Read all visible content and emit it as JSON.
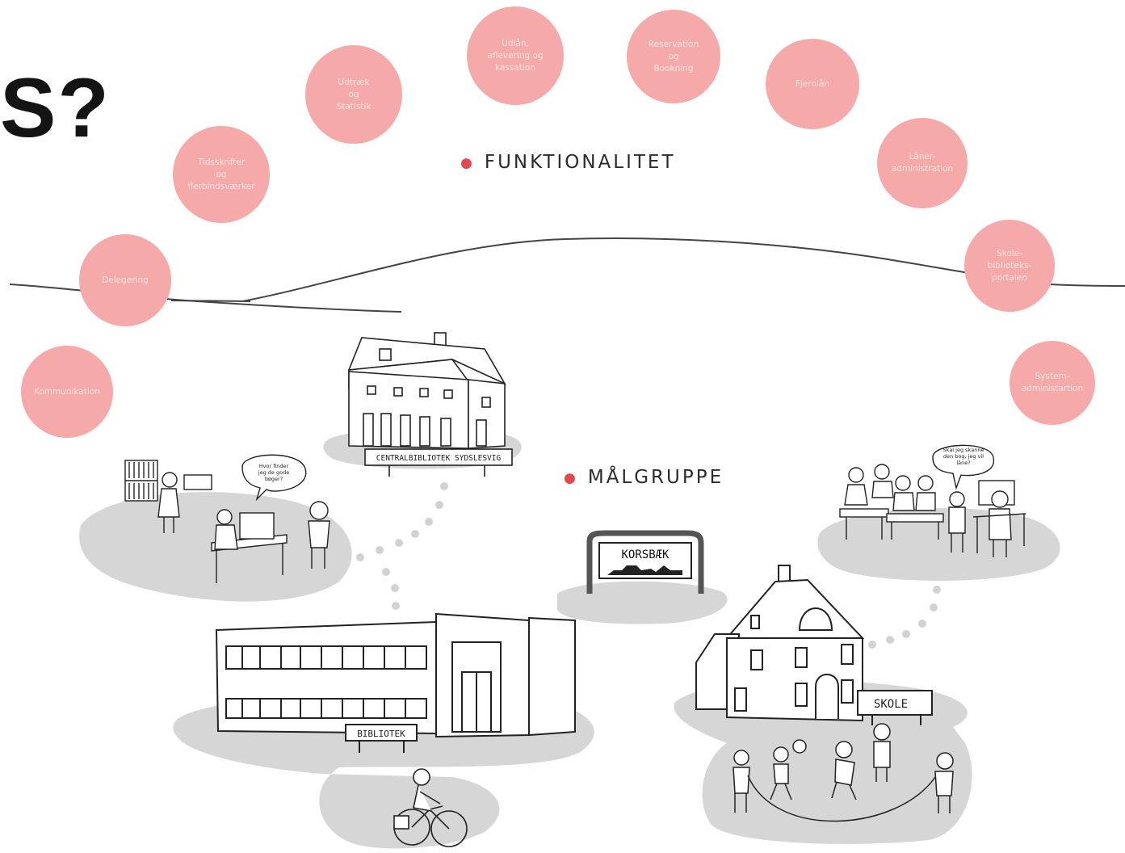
{
  "title_fragment": "S?",
  "sections": {
    "funktionalitet": "FUNKTIONALITET",
    "malgruppe": "MÅLGRUPPE"
  },
  "functions": [
    {
      "label": "Kommunikation"
    },
    {
      "label": "Delegering"
    },
    {
      "label": "Tidsskrifter\nog\nflerbindsværker"
    },
    {
      "label": "Udtræk\nog\nStatistik"
    },
    {
      "label": "Udlån,\naflevering og\nkassation"
    },
    {
      "label": "Reservation\nog\nBookning"
    },
    {
      "label": "Fjernlån"
    },
    {
      "label": "Låner-\nadministration"
    },
    {
      "label": "Skole-\nbiblioteks-\nportalen"
    },
    {
      "label": "System-\nadministartion"
    }
  ],
  "signs": {
    "central": "CENTRALBIBLIOTEK SYDSLESVIG",
    "korsbaek": "KORSBÆK",
    "bibliotek": "BIBLIOTEK",
    "skole": "SKOLE"
  },
  "speech": {
    "library_line1": "Hvor finder",
    "library_line2": "jeg de gode",
    "library_line3": "bøger?",
    "school_line1": "Skal jeg skanne",
    "school_line2": "den bog, jeg vil",
    "school_line3": "låne?"
  },
  "colors": {
    "bubble": "#f6a9a9",
    "bubble_text": "#fbe4e2",
    "accent_dot": "#e5474f",
    "ground": "#d4d4d4",
    "line": "#3a3a3a"
  }
}
